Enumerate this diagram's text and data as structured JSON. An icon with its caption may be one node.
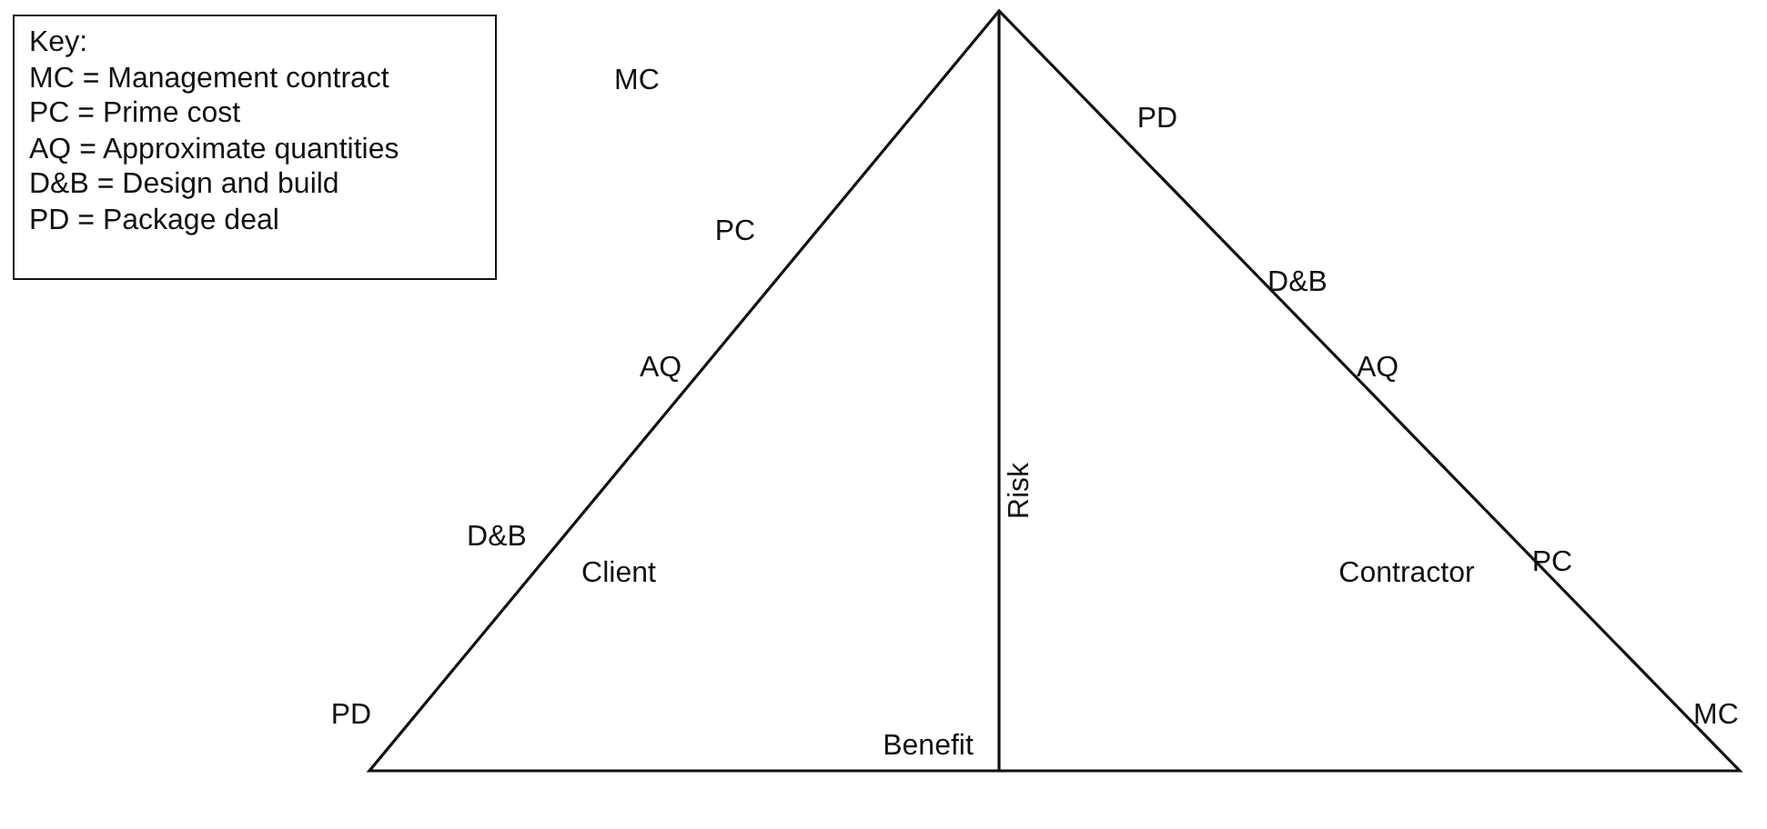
{
  "diagram": {
    "nodes": [
      {
        "text": [
          "Key:",
          "MC = Management contract",
          "PC = Prime cost",
          "AQ = Approximate quantities",
          "D&B = Design and build",
          "PD = Package deal"
        ]
      }
    ],
    "labels": [
      "MC",
      "PC",
      "AQ",
      "D&B",
      "PD",
      "PD",
      "D&B",
      "AQ",
      "PC",
      "MC",
      "Risk",
      "Client",
      "Contractor",
      "Benefit"
    ]
  }
}
